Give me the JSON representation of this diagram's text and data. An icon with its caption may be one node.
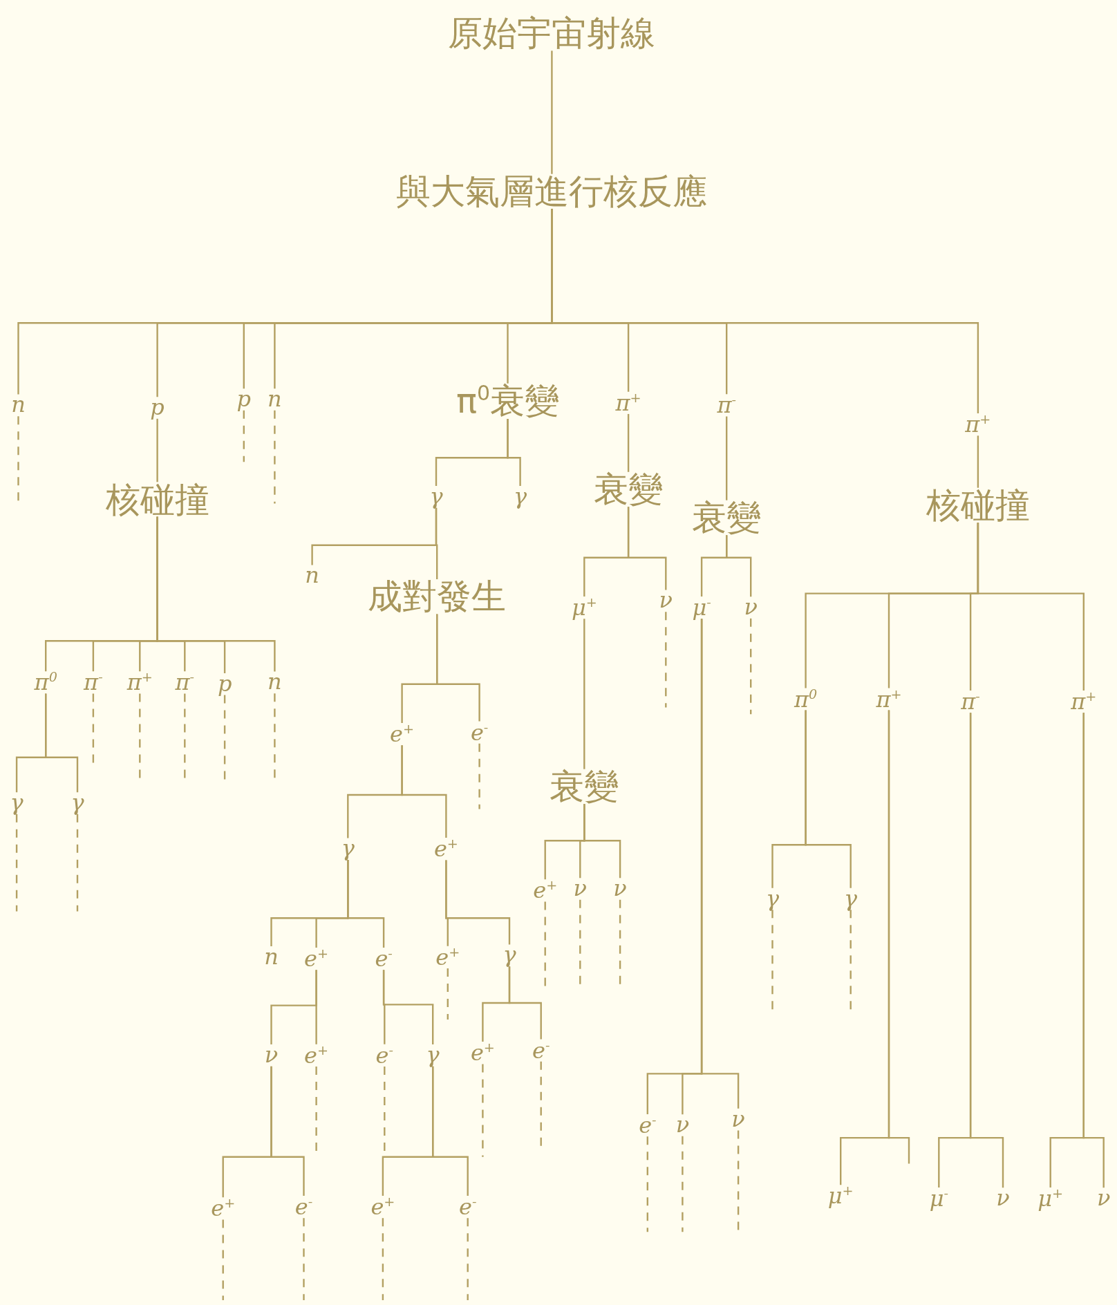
{
  "diagram": {
    "nodes": [
      {
        "text": [
          "原始宇宙射線"
        ]
      },
      {
        "text": [
          "與大氣層進行核反應"
        ]
      },
      {
        "text": [
          "n"
        ]
      },
      {
        "text": [
          "p"
        ]
      },
      {
        "text": [
          "核碰撞"
        ]
      },
      {
        "text": [
          "p"
        ]
      },
      {
        "text": [
          "n"
        ]
      },
      {
        "text": [
          "π$^{0}$衰變"
        ]
      },
      {
        "text": [
          "π$^{+}$"
        ]
      },
      {
        "text": [
          "衰變"
        ]
      },
      {
        "text": [
          "π$^{-}$"
        ]
      },
      {
        "text": [
          "衰變"
        ]
      },
      {
        "text": [
          "π$^{+}$"
        ]
      },
      {
        "text": [
          "核碰撞"
        ]
      },
      {
        "text": [
          "γ"
        ]
      },
      {
        "text": [
          "γ"
        ]
      },
      {
        "text": [
          "n"
        ]
      },
      {
        "text": [
          "成對發生"
        ]
      },
      {
        "text": [
          "π$^{0}$"
        ]
      },
      {
        "text": [
          "π$^{-}$"
        ]
      },
      {
        "text": [
          "π$^{+}$"
        ]
      },
      {
        "text": [
          "π$^{-}$"
        ]
      },
      {
        "text": [
          "p"
        ]
      },
      {
        "text": [
          "n"
        ]
      },
      {
        "text": [
          "γ"
        ]
      },
      {
        "text": [
          "γ"
        ]
      },
      {
        "text": [
          "e$^{+}$"
        ]
      },
      {
        "text": [
          "e$^{-}$"
        ]
      },
      {
        "text": [
          "γ"
        ]
      },
      {
        "text": [
          "e$^{+}$"
        ]
      },
      {
        "text": [
          "n"
        ]
      },
      {
        "text": [
          "e$^{+}$"
        ]
      },
      {
        "text": [
          "e$^{-}$"
        ]
      },
      {
        "text": [
          "e$^{+}$"
        ]
      },
      {
        "text": [
          "γ"
        ]
      },
      {
        "text": [
          "ν"
        ]
      },
      {
        "text": [
          "e$^{+}$"
        ]
      },
      {
        "text": [
          "e$^{-}$"
        ]
      },
      {
        "text": [
          "γ"
        ]
      },
      {
        "text": [
          "e$^{+}$"
        ]
      },
      {
        "text": [
          "e$^{-}$"
        ]
      },
      {
        "text": [
          "e$^{+}$"
        ]
      },
      {
        "text": [
          "e$^{-}$"
        ]
      },
      {
        "text": [
          "e$^{+}$"
        ]
      },
      {
        "text": [
          "e$^{-}$"
        ]
      },
      {
        "text": [
          "μ$^{+}$"
        ]
      },
      {
        "text": [
          "ν"
        ]
      },
      {
        "text": [
          "衰變"
        ]
      },
      {
        "text": [
          "e$^{+}$"
        ]
      },
      {
        "text": [
          "ν"
        ]
      },
      {
        "text": [
          "ν"
        ]
      },
      {
        "text": [
          "μ$^{-}$"
        ]
      },
      {
        "text": [
          "ν"
        ]
      },
      {
        "text": [
          "e$^{-}$"
        ]
      },
      {
        "text": [
          "ν"
        ]
      },
      {
        "text": [
          "ν"
        ]
      },
      {
        "text": [
          "π$^{0}$"
        ]
      },
      {
        "text": [
          "π$^{+}$"
        ]
      },
      {
        "text": [
          "π$^{-}$"
        ]
      },
      {
        "text": [
          "π$^{+}$"
        ]
      },
      {
        "text": [
          "γ"
        ]
      },
      {
        "text": [
          "γ"
        ]
      },
      {
        "text": [
          "μ$^{+}$"
        ]
      },
      {
        "text": [
          "μ$^{-}$"
        ]
      },
      {
        "text": [
          "ν"
        ]
      },
      {
        "text": [
          "μ$^{+}$"
        ]
      },
      {
        "text": [
          "ν"
        ]
      }
    ],
    "edges": [
      {
        "from": 0,
        "to": 1,
        "arrow": "none"
      },
      {
        "from": 1,
        "to": 2,
        "arrow": "none"
      },
      {
        "from": 1,
        "to": 3,
        "arrow": "none"
      },
      {
        "from": 1,
        "to": 5,
        "arrow": "none"
      },
      {
        "from": 1,
        "to": 6,
        "arrow": "none"
      },
      {
        "from": 1,
        "to": 7,
        "arrow": "none"
      },
      {
        "from": 1,
        "to": 8,
        "arrow": "none"
      },
      {
        "from": 1,
        "to": 10,
        "arrow": "none"
      },
      {
        "from": 1,
        "to": 12,
        "arrow": "none"
      },
      {
        "from": 3,
        "to": 4,
        "arrow": "none"
      },
      {
        "from": 8,
        "to": 9,
        "arrow": "none"
      },
      {
        "from": 10,
        "to": 11,
        "arrow": "none"
      },
      {
        "from": 12,
        "to": 13,
        "arrow": "none"
      },
      {
        "from": 7,
        "to": 14,
        "arrow": "none"
      },
      {
        "from": 7,
        "to": 15,
        "arrow": "none"
      },
      {
        "from": 14,
        "to": 16,
        "arrow": "none"
      },
      {
        "from": 14,
        "to": 17,
        "arrow": "none"
      },
      {
        "from": 4,
        "to": 18,
        "arrow": "none"
      },
      {
        "from": 4,
        "to": 19,
        "arrow": "none"
      },
      {
        "from": 4,
        "to": 20,
        "arrow": "none"
      },
      {
        "from": 4,
        "to": 21,
        "arrow": "none"
      },
      {
        "from": 4,
        "to": 22,
        "arrow": "none"
      },
      {
        "from": 4,
        "to": 23,
        "arrow": "none"
      },
      {
        "from": 18,
        "to": 24,
        "arrow": "none"
      },
      {
        "from": 18,
        "to": 25,
        "arrow": "none"
      },
      {
        "from": 17,
        "to": 26,
        "arrow": "none"
      },
      {
        "from": 17,
        "to": 27,
        "arrow": "none"
      },
      {
        "from": 26,
        "to": 28,
        "arrow": "none"
      },
      {
        "from": 26,
        "to": 29,
        "arrow": "none"
      },
      {
        "from": 28,
        "to": 30,
        "arrow": "none"
      },
      {
        "from": 28,
        "to": 31,
        "arrow": "none"
      },
      {
        "from": 28,
        "to": 32,
        "arrow": "none"
      },
      {
        "from": 29,
        "to": 33,
        "arrow": "none"
      },
      {
        "from": 29,
        "to": 34,
        "arrow": "none"
      },
      {
        "from": 31,
        "to": 35,
        "arrow": "none"
      },
      {
        "from": 31,
        "to": 36,
        "arrow": "none"
      },
      {
        "from": 32,
        "to": 37,
        "arrow": "none"
      },
      {
        "from": 32,
        "to": 38,
        "arrow": "none"
      },
      {
        "from": 34,
        "to": 39,
        "arrow": "none"
      },
      {
        "from": 34,
        "to": 40,
        "arrow": "none"
      },
      {
        "from": 35,
        "to": 41,
        "arrow": "none"
      },
      {
        "from": 35,
        "to": 42,
        "arrow": "none"
      },
      {
        "from": 38,
        "to": 43,
        "arrow": "none"
      },
      {
        "from": 38,
        "to": 44,
        "arrow": "none"
      },
      {
        "from": 9,
        "to": 45,
        "arrow": "none"
      },
      {
        "from": 9,
        "to": 46,
        "arrow": "none"
      },
      {
        "from": 45,
        "to": 47,
        "arrow": "none"
      },
      {
        "from": 47,
        "to": 48,
        "arrow": "none"
      },
      {
        "from": 47,
        "to": 49,
        "arrow": "none"
      },
      {
        "from": 47,
        "to": 50,
        "arrow": "none"
      },
      {
        "from": 11,
        "to": 51,
        "arrow": "none"
      },
      {
        "from": 11,
        "to": 52,
        "arrow": "none"
      },
      {
        "from": 51,
        "to": 53,
        "arrow": "none"
      },
      {
        "from": 51,
        "to": 54,
        "arrow": "none"
      },
      {
        "from": 51,
        "to": 55,
        "arrow": "none"
      },
      {
        "from": 13,
        "to": 56,
        "arrow": "none"
      },
      {
        "from": 13,
        "to": 57,
        "arrow": "none"
      },
      {
        "from": 13,
        "to": 58,
        "arrow": "none"
      },
      {
        "from": 13,
        "to": 59,
        "arrow": "none"
      },
      {
        "from": 56,
        "to": 60,
        "arrow": "none"
      },
      {
        "from": 56,
        "to": 61,
        "arrow": "none"
      },
      {
        "from": 57,
        "to": 62,
        "arrow": "none"
      },
      {
        "from": 57,
        "to": null,
        "arrow": "none"
      },
      {
        "from": 58,
        "to": 63,
        "arrow": "none"
      },
      {
        "from": 58,
        "to": 64,
        "arrow": "none"
      },
      {
        "from": 59,
        "to": 65,
        "arrow": "none"
      },
      {
        "from": 59,
        "to": 66,
        "arrow": "none"
      },
      {
        "from": 2,
        "to": null,
        "arrow": "none",
        "style": "dashed"
      },
      {
        "from": 5,
        "to": null,
        "arrow": "none",
        "style": "dashed"
      },
      {
        "from": 6,
        "to": null,
        "arrow": "none",
        "style": "dashed"
      },
      {
        "from": 19,
        "to": null,
        "arrow": "none",
        "style": "dashed"
      },
      {
        "from": 20,
        "to": null,
        "arrow": "none",
        "style": "dashed"
      },
      {
        "from": 21,
        "to": null,
        "arrow": "none",
        "style": "dashed"
      },
      {
        "from": 22,
        "to": null,
        "arrow": "none",
        "style": "dashed"
      },
      {
        "from": 23,
        "to": null,
        "arrow": "none",
        "style": "dashed"
      },
      {
        "from": 24,
        "to": null,
        "arrow": "none",
        "style": "dashed"
      },
      {
        "from": 25,
        "to": null,
        "arrow": "none",
        "style": "dashed"
      },
      {
        "from": 27,
        "to": null,
        "arrow": "none",
        "style": "dashed"
      },
      {
        "from": 33,
        "to": null,
        "arrow": "none",
        "style": "dashed"
      },
      {
        "from": 36,
        "to": null,
        "arrow": "none",
        "style": "dashed"
      },
      {
        "from": 37,
        "to": null,
        "arrow": "none",
        "style": "dashed"
      },
      {
        "from": 39,
        "to": null,
        "arrow": "none",
        "style": "dashed"
      },
      {
        "from": 40,
        "to": null,
        "arrow": "none",
        "style": "dashed"
      },
      {
        "from": 41,
        "to": null,
        "arrow": "none",
        "style": "dashed"
      },
      {
        "from": 42,
        "to": null,
        "arrow": "none",
        "style": "dashed"
      },
      {
        "from": 43,
        "to": null,
        "arrow": "none",
        "style": "dashed"
      },
      {
        "from": 44,
        "to": null,
        "arrow": "none",
        "style": "dashed"
      },
      {
        "from": 46,
        "to": null,
        "arrow": "none",
        "style": "dashed"
      },
      {
        "from": 48,
        "to": null,
        "arrow": "none",
        "style": "dashed"
      },
      {
        "from": 49,
        "to": null,
        "arrow": "none",
        "style": "dashed"
      },
      {
        "from": 50,
        "to": null,
        "arrow": "none",
        "style": "dashed"
      },
      {
        "from": 52,
        "to": null,
        "arrow": "none",
        "style": "dashed"
      },
      {
        "from": 53,
        "to": null,
        "arrow": "none",
        "style": "dashed"
      },
      {
        "from": 54,
        "to": null,
        "arrow": "none",
        "style": "dashed"
      },
      {
        "from": 55,
        "to": null,
        "arrow": "none",
        "style": "dashed"
      },
      {
        "from": 60,
        "to": null,
        "arrow": "none",
        "style": "dashed"
      },
      {
        "from": 61,
        "to": null,
        "arrow": "none",
        "style": "dashed"
      }
    ]
  }
}
